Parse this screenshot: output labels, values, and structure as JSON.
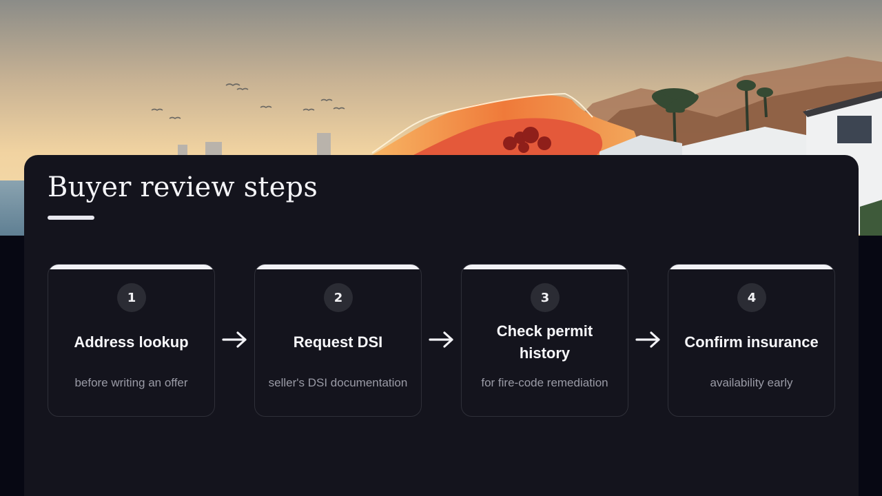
{
  "page": {
    "title": "Buyer review steps"
  },
  "steps": [
    {
      "number": "1",
      "title": "Address lookup",
      "description": "before writing an offer"
    },
    {
      "number": "2",
      "title": "Request DSI",
      "description": "seller's DSI documentation"
    },
    {
      "number": "3",
      "title": "Check permit history",
      "description": "for fire-code remediation"
    },
    {
      "number": "4",
      "title": "Confirm insurance",
      "description": "availability early"
    }
  ],
  "icons": {
    "step_arrow": "arrow-right-icon"
  },
  "colors": {
    "panel_background": "#14141d",
    "page_background": "#070813",
    "card_border": "#2f3039",
    "card_top_accent": "#f2f2f6",
    "number_badge": "#2b2c34",
    "description_text": "#9a9ba6"
  }
}
